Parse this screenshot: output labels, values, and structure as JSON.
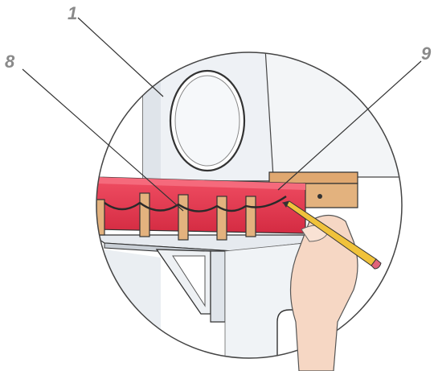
{
  "callouts": [
    {
      "id": "callout-1",
      "number": "1"
    },
    {
      "id": "callout-8",
      "number": "8"
    },
    {
      "id": "callout-9",
      "number": "9"
    }
  ],
  "colors": {
    "red_rail": "#e23a4f",
    "wood": "#e3b27e",
    "wall": "#eef1f4",
    "callout_text": "#8a8a8a",
    "line": "#333333"
  },
  "icons": [
    "porthole-icon",
    "drawer-icon",
    "pencil-icon",
    "hand-icon"
  ]
}
